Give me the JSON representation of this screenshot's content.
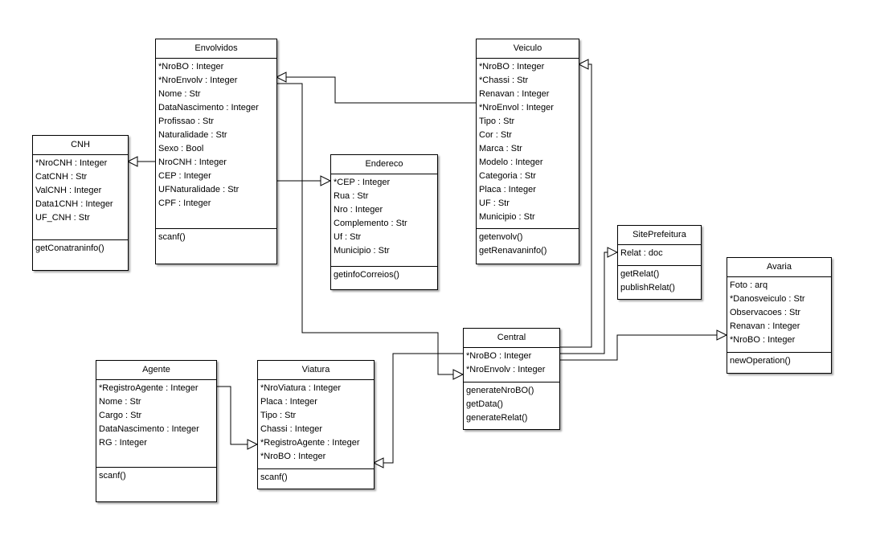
{
  "classes": {
    "envolvidos": {
      "name": "Envolvidos",
      "attributes": [
        "*NroBO : Integer",
        "*NroEnvolv : Integer",
        "Nome : Str",
        "DataNascimento : Integer",
        "Profissao : Str",
        "Naturalidade : Str",
        "Sexo : Bool",
        "NroCNH : Integer",
        "CEP : Integer",
        "UFNaturalidade : Str",
        "CPF : Integer"
      ],
      "methods": [
        "scanf()"
      ]
    },
    "cnh": {
      "name": "CNH",
      "attributes": [
        "*NroCNH : Integer",
        "CatCNH : Str",
        "ValCNH : Integer",
        "Data1CNH : Integer",
        "UF_CNH : Str"
      ],
      "methods": [
        "getConatraninfo()"
      ]
    },
    "endereco": {
      "name": "Endereco",
      "attributes": [
        "*CEP : Integer",
        "Rua : Str",
        "Nro : Integer",
        "Complemento : Str",
        "Uf : Str",
        "Municipio : Str"
      ],
      "methods": [
        "getinfoCorreios()"
      ]
    },
    "veiculo": {
      "name": "Veiculo",
      "attributes": [
        "*NroBO : Integer",
        "*Chassi : Str",
        "Renavan : Integer",
        "*NroEnvol : Integer",
        "Tipo : Str",
        "Cor : Str",
        "Marca : Str",
        "Modelo : Integer",
        "Categoria : Str",
        "Placa : Integer",
        "UF : Str",
        "Municipio : Str"
      ],
      "methods": [
        "getenvolv()",
        "getRenavaninfo()"
      ]
    },
    "siteprefeitura": {
      "name": "SitePrefeitura",
      "attributes": [
        "Relat : doc"
      ],
      "methods": [
        "getRelat()",
        "publishRelat()"
      ]
    },
    "avaria": {
      "name": "Avaria",
      "attributes": [
        "Foto : arq",
        "*Danosveiculo : Str",
        "Observacoes : Str",
        "Renavan : Integer",
        "*NroBO : Integer"
      ],
      "methods": [
        "newOperation()"
      ]
    },
    "central": {
      "name": "Central",
      "attributes": [
        "*NroBO : Integer",
        "*NroEnvolv : Integer"
      ],
      "methods": [
        "generateNroBO()",
        "getData()",
        "generateRelat()"
      ]
    },
    "agente": {
      "name": "Agente",
      "attributes": [
        "*RegistroAgente : Integer",
        "Nome : Str",
        "Cargo : Str",
        "DataNascimento : Integer",
        "RG : Integer"
      ],
      "methods": [
        "scanf()"
      ]
    },
    "viatura": {
      "name": "Viatura",
      "attributes": [
        "*NroViatura : Integer",
        "Placa : Integer",
        "Tipo : Str",
        "Chassi : Integer",
        "*RegistroAgente : Integer",
        "*NroBO : Integer"
      ],
      "methods": [
        "scanf()"
      ]
    }
  }
}
